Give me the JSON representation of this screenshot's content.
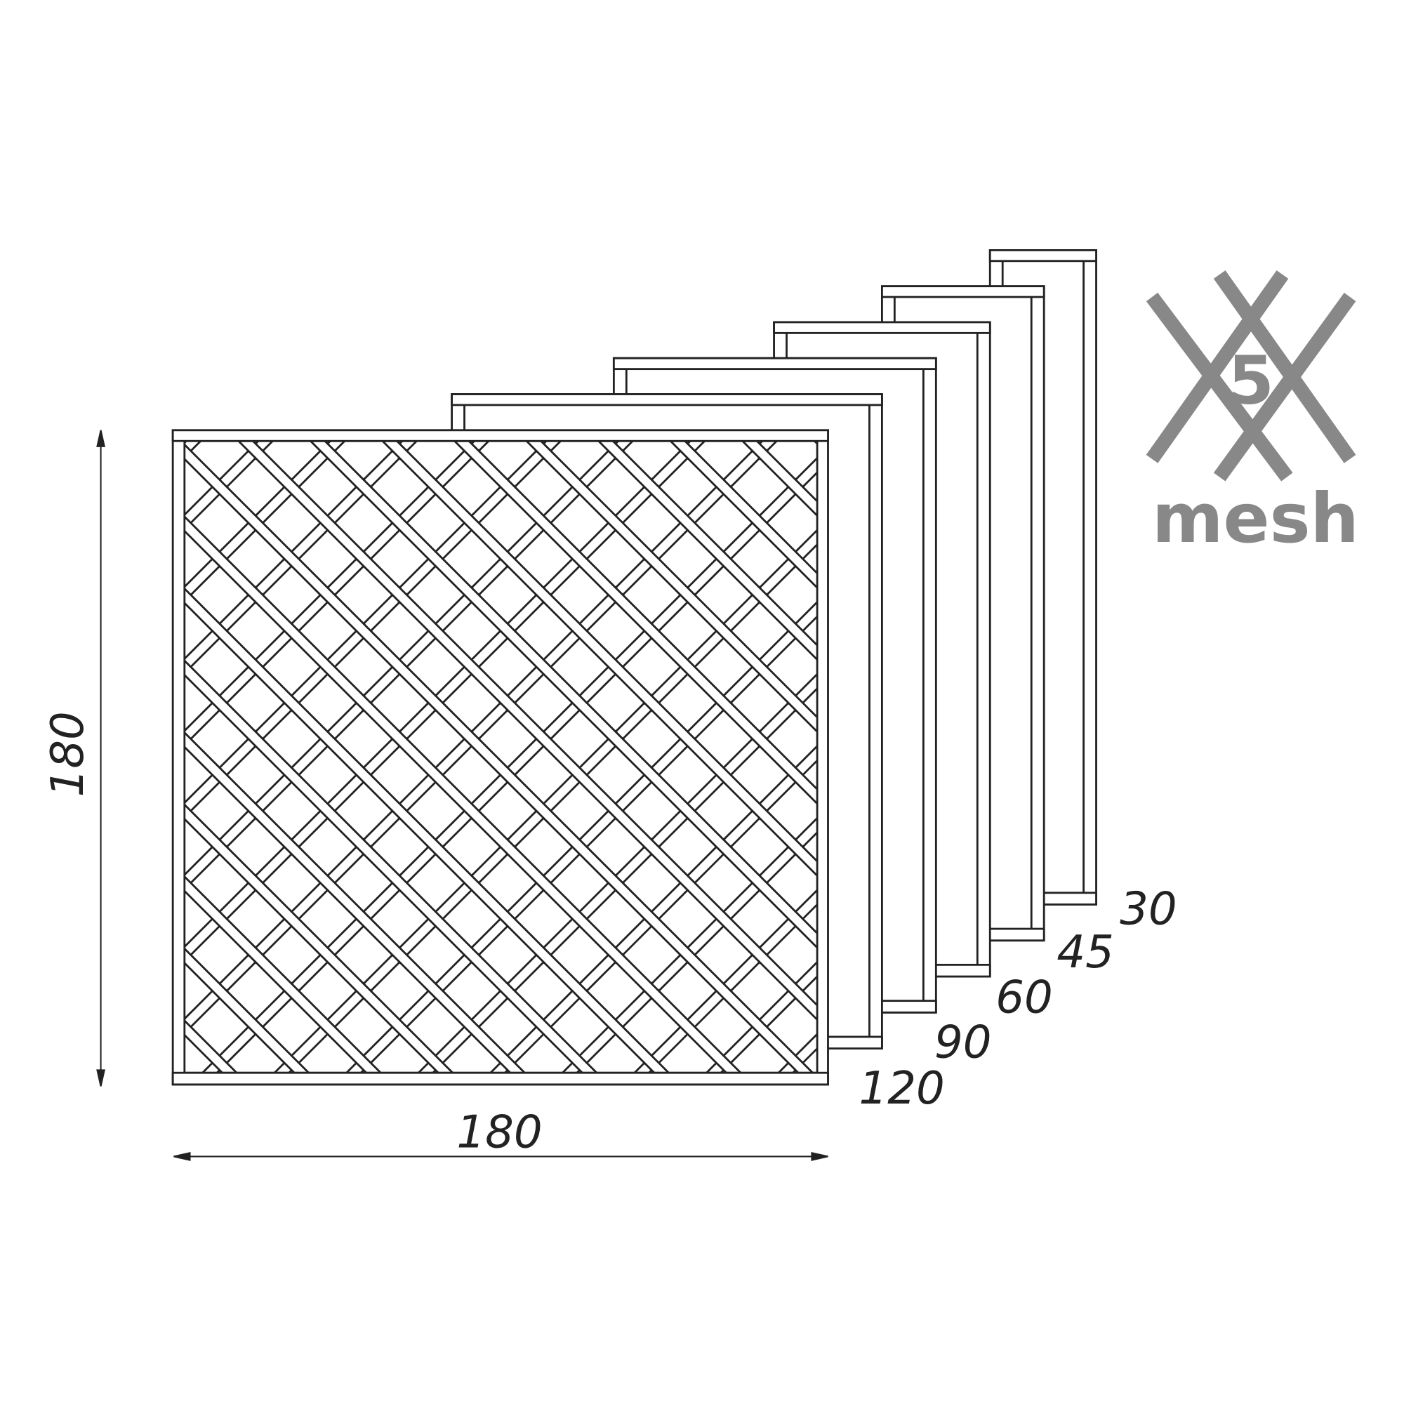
{
  "diagram": {
    "height_label": "180",
    "width_label": "180",
    "panel_width_labels": [
      "120",
      "90",
      "60",
      "45",
      "30"
    ],
    "logo": {
      "number": "5",
      "word": "mesh",
      "color": "#888888"
    },
    "line_color": "#222222"
  }
}
